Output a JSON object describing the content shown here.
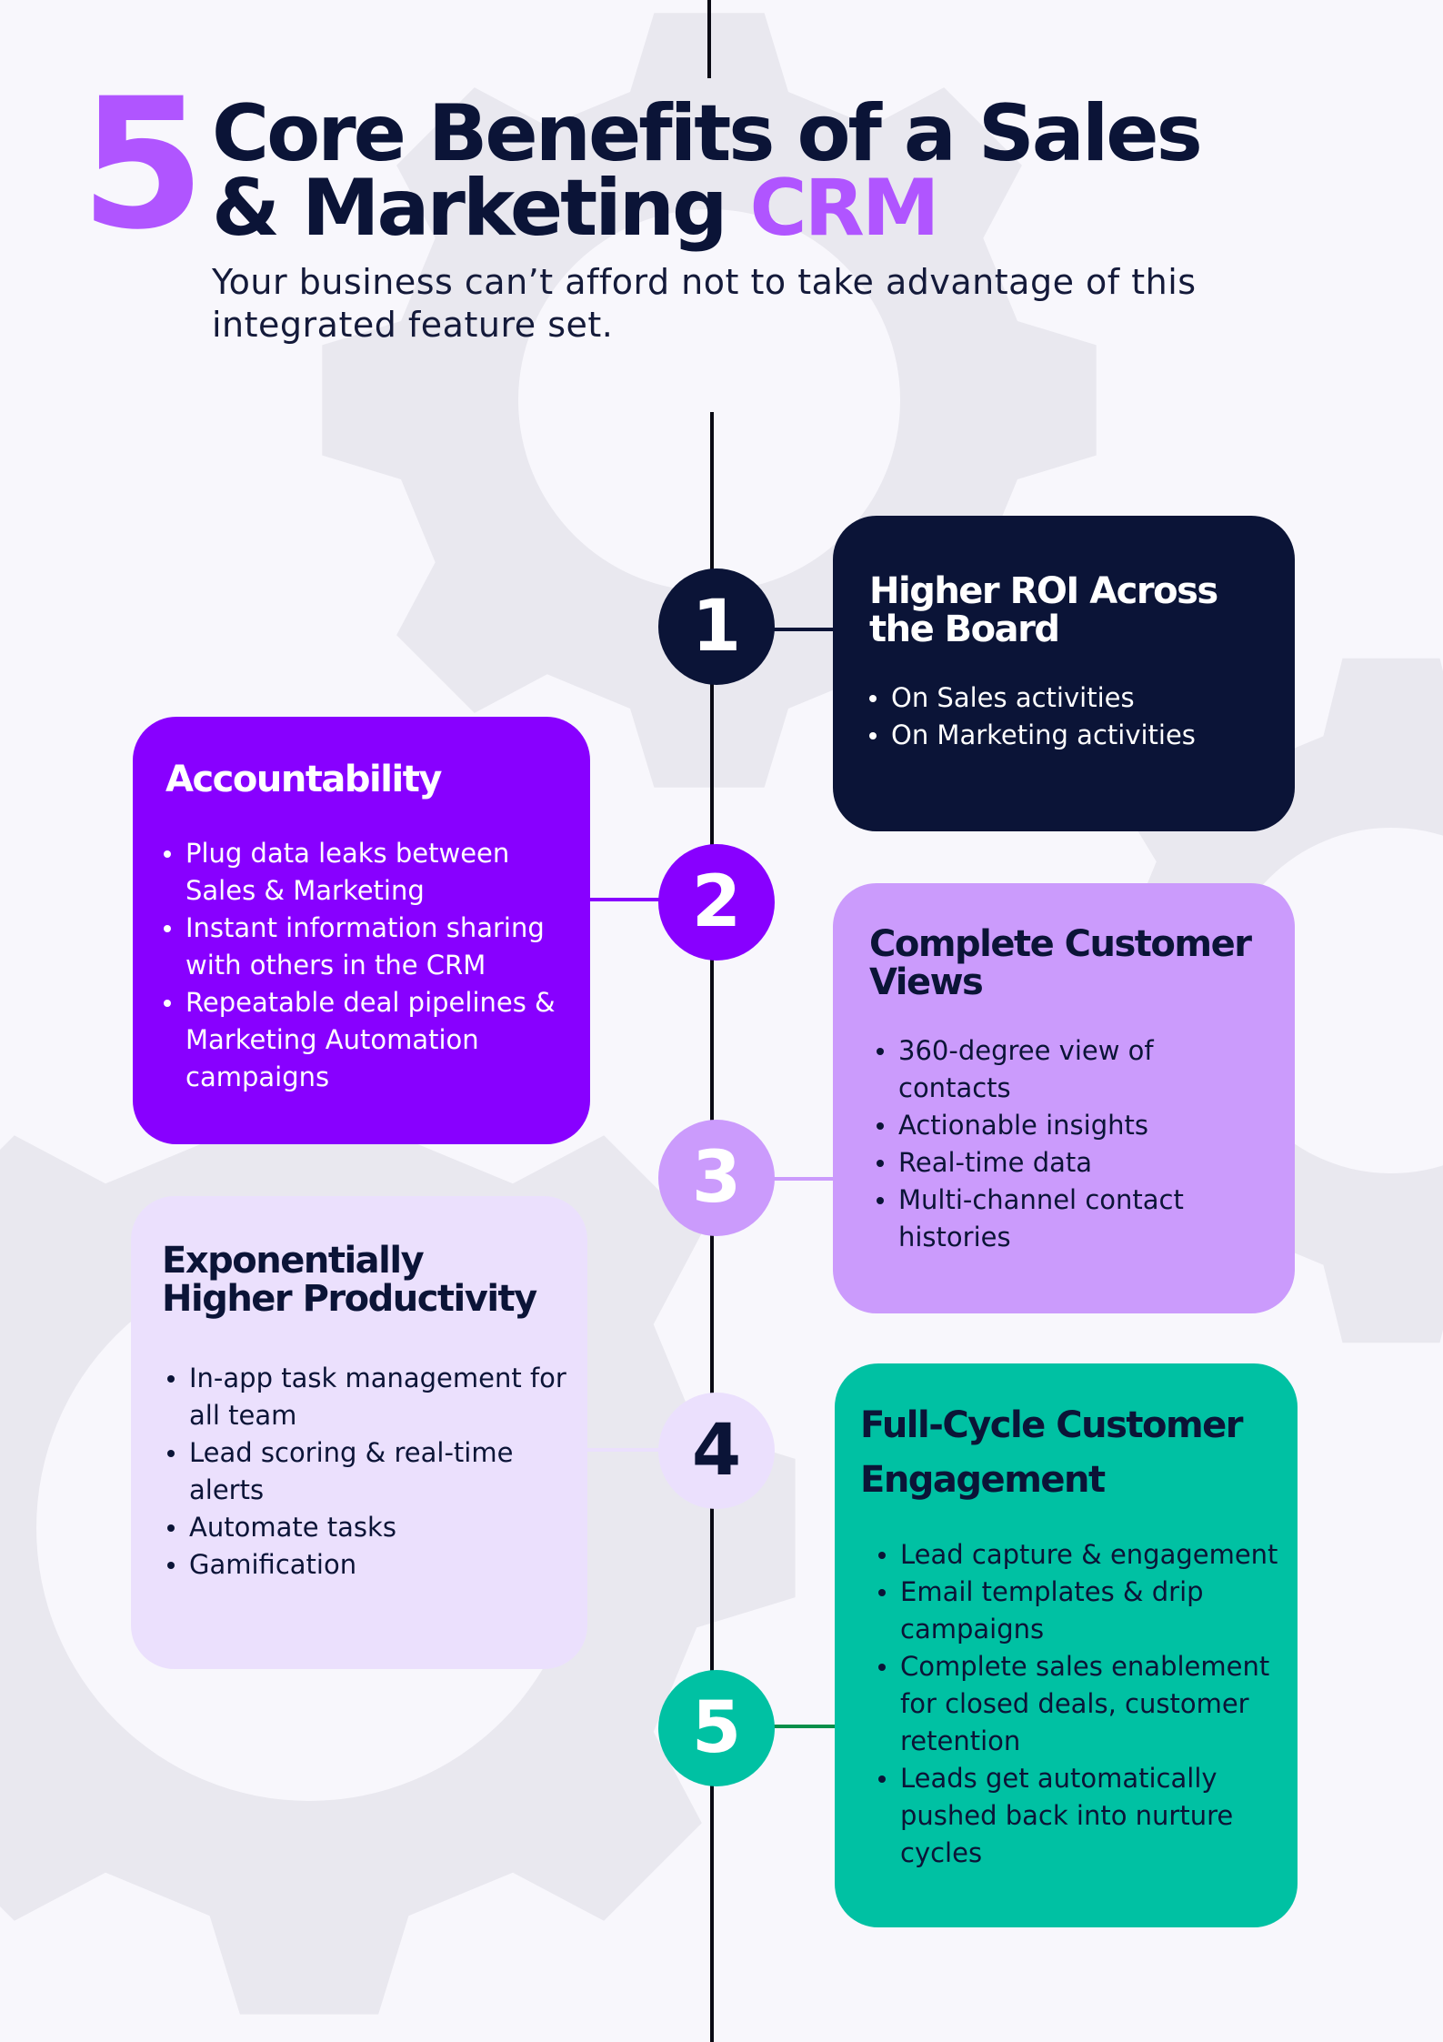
{
  "colors": {
    "background": "#f8f7fc",
    "navy": "#0b1437",
    "violet": "#8800ff",
    "purple_accent": "#b055ff",
    "lavender": "#cb9bfc",
    "pale_lavender": "#ebe0fd",
    "teal": "#00c1a3",
    "gear": "#e9e8ef"
  },
  "header": {
    "number": "5",
    "title_line1": "Core Benefits of a Sales",
    "title_line2_main": "& Marketing ",
    "title_line2_accent": "CRM",
    "subtitle_line1": "Your business can’t afford not to take advantage of this",
    "subtitle_line2": "integrated feature set."
  },
  "benefits": [
    {
      "number": "1",
      "title_lines": [
        "Higher ROI Across",
        "the Board"
      ],
      "items": [
        "On Sales activities",
        "On Marketing activities"
      ]
    },
    {
      "number": "2",
      "title_lines": [
        "Accountability"
      ],
      "items": [
        "Plug data leaks between Sales & Marketing",
        "Instant information sharing with others in the CRM",
        "Repeatable deal pipelines & Marketing Automation campaigns"
      ]
    },
    {
      "number": "3",
      "title_lines": [
        "Complete Customer",
        "Views"
      ],
      "items": [
        "360-degree view of contacts",
        "Actionable insights",
        "Real-time data",
        "Multi-channel contact histories"
      ]
    },
    {
      "number": "4",
      "title_lines": [
        "Exponentially",
        "Higher Productivity"
      ],
      "items": [
        "In-app task management for all team",
        "Lead scoring & real-time alerts",
        "Automate tasks",
        "Gamification"
      ]
    },
    {
      "number": "5",
      "title_lines": [
        "Full-Cycle Customer",
        "Engagement"
      ],
      "items": [
        "Lead capture & engagement",
        "Email templates & drip campaigns",
        "Complete sales enablement for closed deals, customer retention",
        "Leads get automatically pushed back into nurture cycles"
      ]
    }
  ]
}
